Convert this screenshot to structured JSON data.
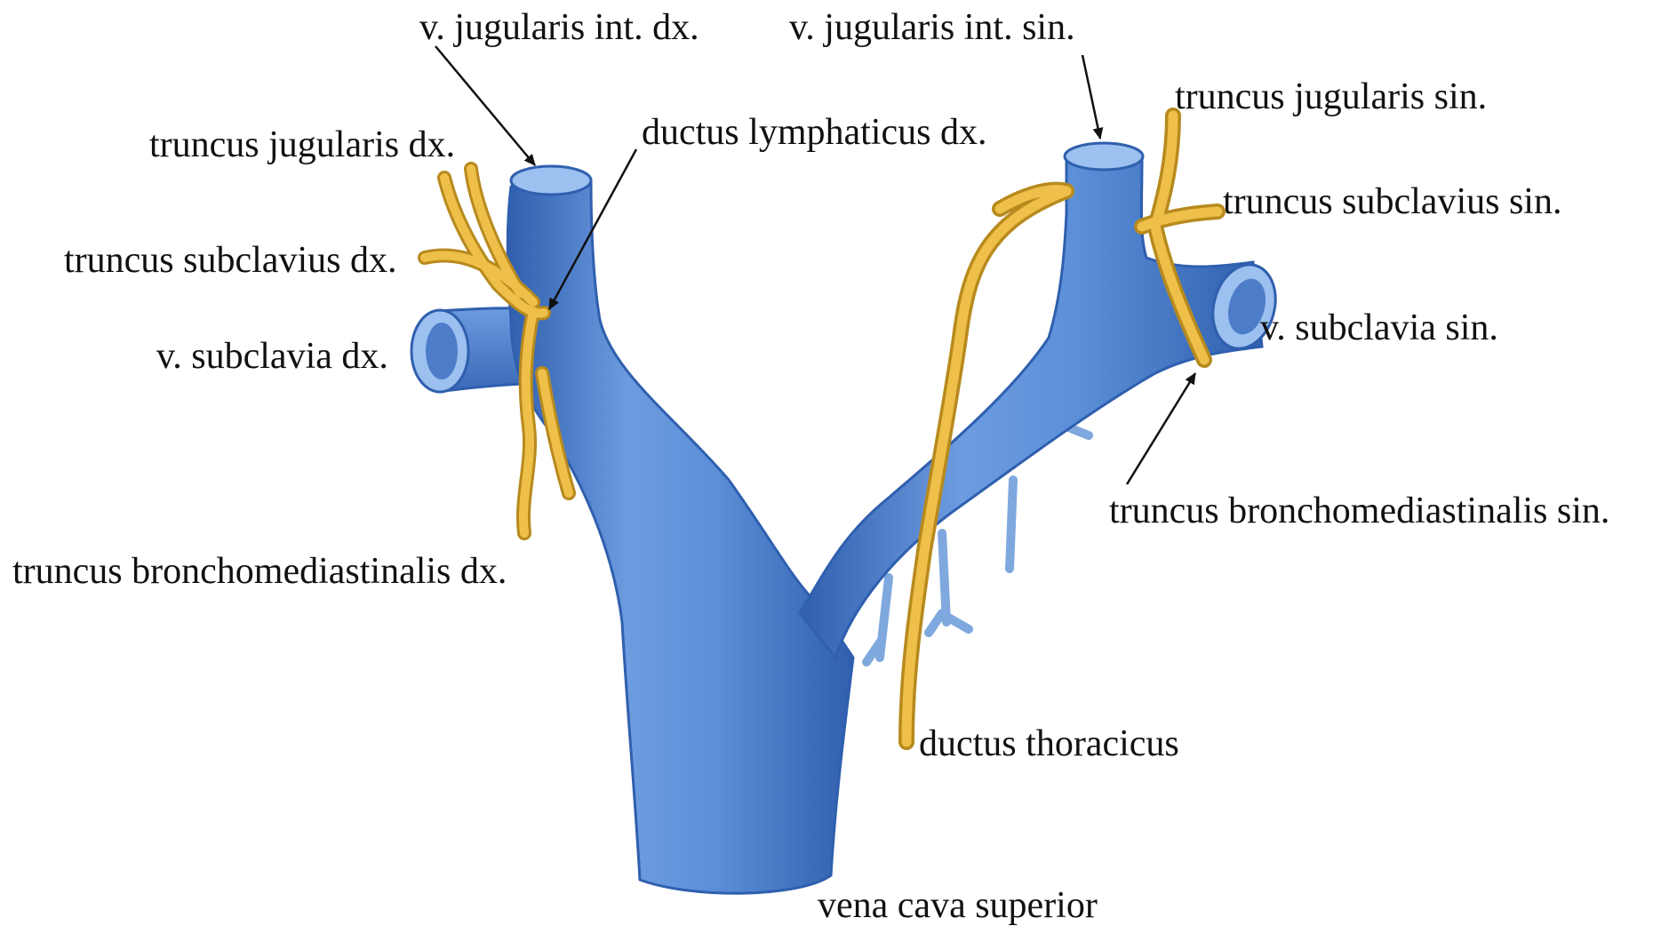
{
  "labels": {
    "v_jugularis_int_dx": "v. jugularis int. dx.",
    "v_jugularis_int_sin": "v. jugularis int. sin.",
    "truncus_jugularis_sin": "truncus jugularis sin.",
    "truncus_jugularis_dx": "truncus jugularis dx.",
    "ductus_lymphaticus_dx": "ductus lymphaticus dx.",
    "truncus_subclavius_sin": "truncus subclavius sin.",
    "truncus_subclavius_dx": "truncus subclavius dx.",
    "v_subclavia_sin": "v. subclavia sin.",
    "v_subclavia_dx": "v. subclavia dx.",
    "truncus_bronchomediastinalis_sin": "truncus bronchomediastinalis sin.",
    "truncus_bronchomediastinalis_dx": "truncus bronchomediastinalis dx.",
    "ductus_thoracicus": "ductus thoracicus",
    "vena_cava_superior": "vena cava superior"
  },
  "colors": {
    "vein_fill": "#5b8fd8",
    "vein_dark": "#2f5fae",
    "vein_light": "#9cc0ef",
    "lymph_fill": "#e8b93a",
    "lymph_dark": "#b78a1e",
    "text": "#111111",
    "leader": "#111111"
  }
}
